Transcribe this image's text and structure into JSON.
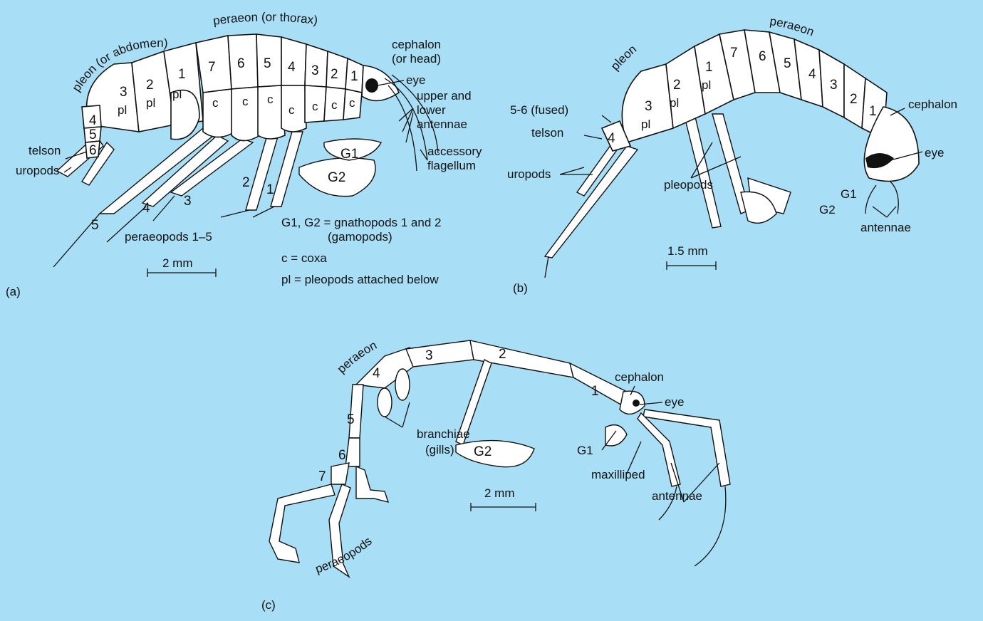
{
  "colors": {
    "background": "#a8dff6",
    "body": "#ffffff",
    "ink": "#111111"
  },
  "panel_a": {
    "tag": "(a)",
    "pleon": "pleon (or abdomen)",
    "peraeon": "peraeon (or thorax)",
    "cephalon": "cephalon",
    "cephalon_alt": "(or head)",
    "eye": "eye",
    "antennae_1": "upper and",
    "antennae_2": "lower",
    "antennae_3": "antennae",
    "accessory_1": "accessory",
    "accessory_2": "flagellum",
    "telson": "telson",
    "uropods": "uropods",
    "peraeopods": "peraeopods 1–5",
    "scale": "2 mm",
    "legend_g": "G1, G2 = gnathopods 1 and 2",
    "legend_g2": "(gamopods)",
    "legend_c": "c = coxa",
    "legend_pl": "pl = pleopods attached below",
    "g1": "G1",
    "g2": "G2",
    "seg_7": "7",
    "seg_6": "6",
    "seg_5": "5",
    "seg_4": "4",
    "seg_3": "3",
    "seg_2": "2",
    "seg_1": "1",
    "pl_1": "1",
    "pl_2": "2",
    "pl_3": "3",
    "pl_4": "4",
    "pl_5": "5",
    "pl_6": "6",
    "pl": "pl",
    "c": "c",
    "leg_5": "5",
    "leg_4": "4",
    "leg_3": "3",
    "leg_2": "2",
    "leg_1": "1"
  },
  "panel_b": {
    "tag": "(b)",
    "pleon": "pleon",
    "peraeon": "peraeon",
    "cephalon": "cephalon",
    "eye": "eye",
    "fused": "5-6 (fused)",
    "telson": "telson",
    "uropods": "uropods",
    "pleopods": "pleopods",
    "antennae": "antennae",
    "g1": "G1",
    "g2": "G2",
    "scale": "1.5 mm",
    "pl": "pl",
    "seg_7": "7",
    "seg_6": "6",
    "seg_5": "5",
    "seg_4": "4",
    "seg_3": "3",
    "seg_2": "2",
    "seg_1": "1",
    "pl_1": "1",
    "pl_2": "2",
    "pl_3": "3",
    "pl_4": "4"
  },
  "panel_c": {
    "tag": "(c)",
    "peraeon": "peraeon",
    "cephalon": "cephalon",
    "eye": "eye",
    "branchiae_1": "branchiae",
    "branchiae_2": "(gills)",
    "g1": "G1",
    "g2": "G2",
    "maxilliped": "maxilliped",
    "antennae": "antennae",
    "peraeopods": "peraeopods",
    "scale": "2 mm",
    "seg_1": "1",
    "seg_2": "2",
    "seg_3": "3",
    "seg_4": "4",
    "seg_5": "5",
    "seg_6": "6",
    "seg_7": "7"
  }
}
